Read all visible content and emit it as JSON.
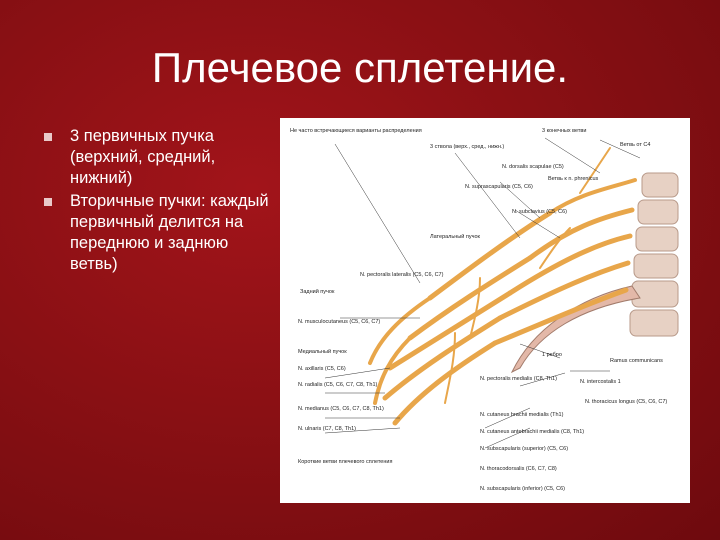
{
  "slide": {
    "title": "Плечевое сплетение.",
    "bullets": [
      "3 первичных пучка (верхний, средний, нижний)",
      "Вторичные пучки: каждый первичный делится на переднюю и заднюю ветвь)"
    ],
    "bullet_marker_color": "#e9c9c9",
    "background_color": "#8a1014"
  },
  "figure": {
    "labels": {
      "top_left_note": "Не часто встречающиеся варианты распределения",
      "three_trunks": "3 ствола (верх., сред., нижн.)",
      "suprascapular": "N. suprascapularis (C5, C6)",
      "dorsal_scapular": "N. dorsalis scapulae (C5)",
      "subclavius": "N. subclavius (C5, C6)",
      "three_terminal": "3 конечных ветви",
      "lateral_cord": "Латеральный пучок",
      "posterior_cord": "Задний пучок",
      "medial_cord": "Медиальный пучок",
      "pectoral_lat": "N. pectoralis lateralis (C5, C6, C7)",
      "musculocutaneous": "N. musculocutaneus (C5, C6, C7)",
      "axillaris": "N. axillaris (C5, C6)",
      "radialis": "N. radialis (C5, C6, C7, C8, Th1)",
      "medianus": "N. medianus (C5, C6, C7, C8, Th1)",
      "ulnaris": "N. ulnaris (C7, C8, Th1)",
      "phrenic": "Ветвь к n. phrenicus",
      "c5_branch": "Ветвь от C4",
      "first_rib": "1 ребро",
      "sympathetic": "Ramus communicans",
      "long_thoracic": "N. thoracicus longus (C5, C6, C7)",
      "intercostal": "N. intercostalis 1",
      "pectoral_med": "N. pectoralis medialis (C8, Th1)",
      "cut_brach_med": "N. cutaneus brachii medialis (Th1)",
      "cut_antebrach_med": "N. cutaneus antebrachii medialis (C8, Th1)",
      "subscap_upper": "N. subscapularis (superior) (C5, C6)",
      "thoracodorsal": "N. thoracodorsalis (C6, C7, C8)",
      "subscap_lower": "N. subscapularis (inferior) (C5, C6)",
      "bottom_note": "Короткие ветви плечевого сплетения"
    }
  }
}
